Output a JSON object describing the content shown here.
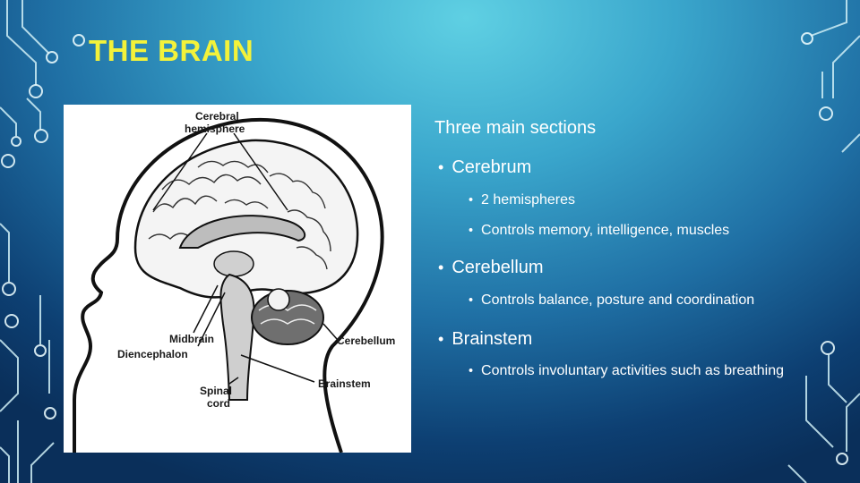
{
  "slide": {
    "title": "THE BRAIN",
    "intro": "Three main sections",
    "sections": [
      {
        "name": "Cerebrum",
        "points": [
          "2 hemispheres",
          "Controls memory, intelligence, muscles"
        ]
      },
      {
        "name": "Cerebellum",
        "points": [
          "Controls balance, posture and coordination"
        ]
      },
      {
        "name": "Brainstem",
        "points": [
          "Controls involuntary activities such as breathing"
        ]
      }
    ]
  },
  "figure": {
    "labels": {
      "cerebral_line1": "Cerebral",
      "cerebral_line2": "hemisphere",
      "midbrain": "Midbrain",
      "diencephalon": "Diencephalon",
      "cerebellum": "Cerebellum",
      "brainstem": "Brainstem",
      "spinal_line1": "Spinal",
      "spinal_line2": "cord"
    }
  },
  "theme": {
    "title_color": "#f3f23a",
    "text_color": "#ffffff",
    "background_light": "#5fd0e3",
    "background_dark": "#0a2f5a"
  }
}
